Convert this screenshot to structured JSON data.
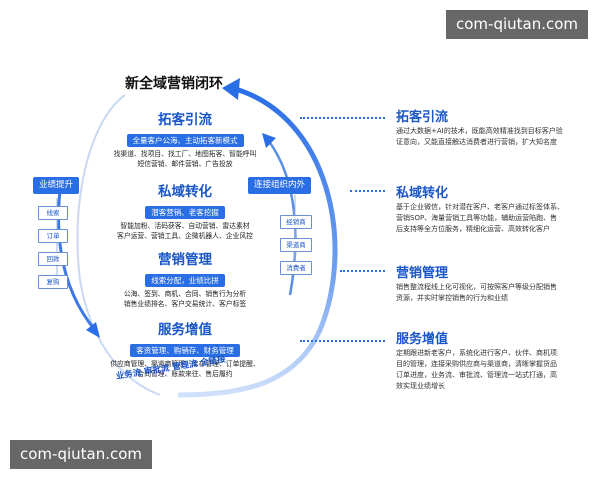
{
  "watermarks": [
    "com-qiutan.com",
    "com-qiutan.com"
  ],
  "diagram": {
    "title": "新全域营销闭环",
    "blocks": [
      {
        "title": "拓客引流",
        "bar": "全量客户公海、主动拓客新模式",
        "lines": [
          "找渠道、找项目、找工厂、地图拓客、智能呼叫",
          "短信营销、邮件营销、广告投放"
        ]
      },
      {
        "title": "私域转化",
        "bar": "潜客营销、老客挖掘",
        "lines": [
          "智能加粉、活码获客、自动营销、雷达素材",
          "客户运营、营销工具、企微机器人、企业风控"
        ]
      },
      {
        "title": "营销管理",
        "bar": "线索分配，业绩比拼",
        "lines": [
          "公海、签到、商机、合同、销售行为分析",
          "销售业绩排名、客户交易统计、客户标签"
        ]
      },
      {
        "title": "服务增值",
        "bar": "客资管理、购销存、财务管理",
        "lines": [
          "供应商管理、渠道商管理、库存管理、订单提醒、",
          "合同管理、账款来往、售后履约"
        ]
      }
    ],
    "left_panel": {
      "label": "业绩提升",
      "items": [
        "线索",
        "订单",
        "回款",
        "复购"
      ]
    },
    "right_panel": {
      "label": "连接组织内外",
      "items": [
        "经销商",
        "渠道商",
        "消费者"
      ]
    },
    "flow_text": "业务流 审批流 管理流 全链接"
  },
  "right_column": [
    {
      "title": "拓客引流",
      "lines": [
        "通过大数据+AI的技术，既能高效精准找到目标客户验",
        "证意向，又能直接触达消费者进行营销，扩大知名度"
      ]
    },
    {
      "title": "私域转化",
      "lines": [
        "基于企业微信，针对潜在客户、老客户通过标签体系、",
        "营销SOP、海量营销工具等功能，辅助运营陷跑、售",
        "后支持等全方位服务，精细化运营、高效转化客户"
      ]
    },
    {
      "title": "营销管理",
      "lines": [
        "销售整流程线上化可视化，可按照客户等级分配销售",
        "资源，并实时掌控销售的行为和业绩"
      ]
    },
    {
      "title": "服务增值",
      "lines": [
        "定期跟进新老客户，系统化进行客户、伙伴、商机项",
        "目的管理，连接采购供应商与渠道商，清晰掌握货品",
        "订单进度，业务流、审批流、管理流一站式打通，高",
        "效实现业绩增长"
      ]
    }
  ],
  "colors": {
    "primary": "#2a6ee6",
    "accent_text": "#1a56c8",
    "watermark_bg": "#464646"
  }
}
